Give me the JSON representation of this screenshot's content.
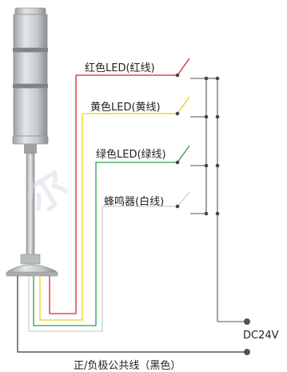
{
  "labels": {
    "red_led": "红色LED(红线)",
    "yellow_led": "黄色LED(黄线)",
    "green_led": "绿色LED(绿线)",
    "buzzer": "蜂鸣器(白线)",
    "dc": "DC24V",
    "common": "正/负极公共线（黑色）"
  },
  "watermark": {
    "text": "尔"
  },
  "colors": {
    "red": "#d9262e",
    "yellow": "#e8d21a",
    "green": "#2e9e4a",
    "white_wire": "#cfcfcf",
    "black": "#333333",
    "tower": "#c9ccce",
    "tower_dark": "#8e9295"
  }
}
